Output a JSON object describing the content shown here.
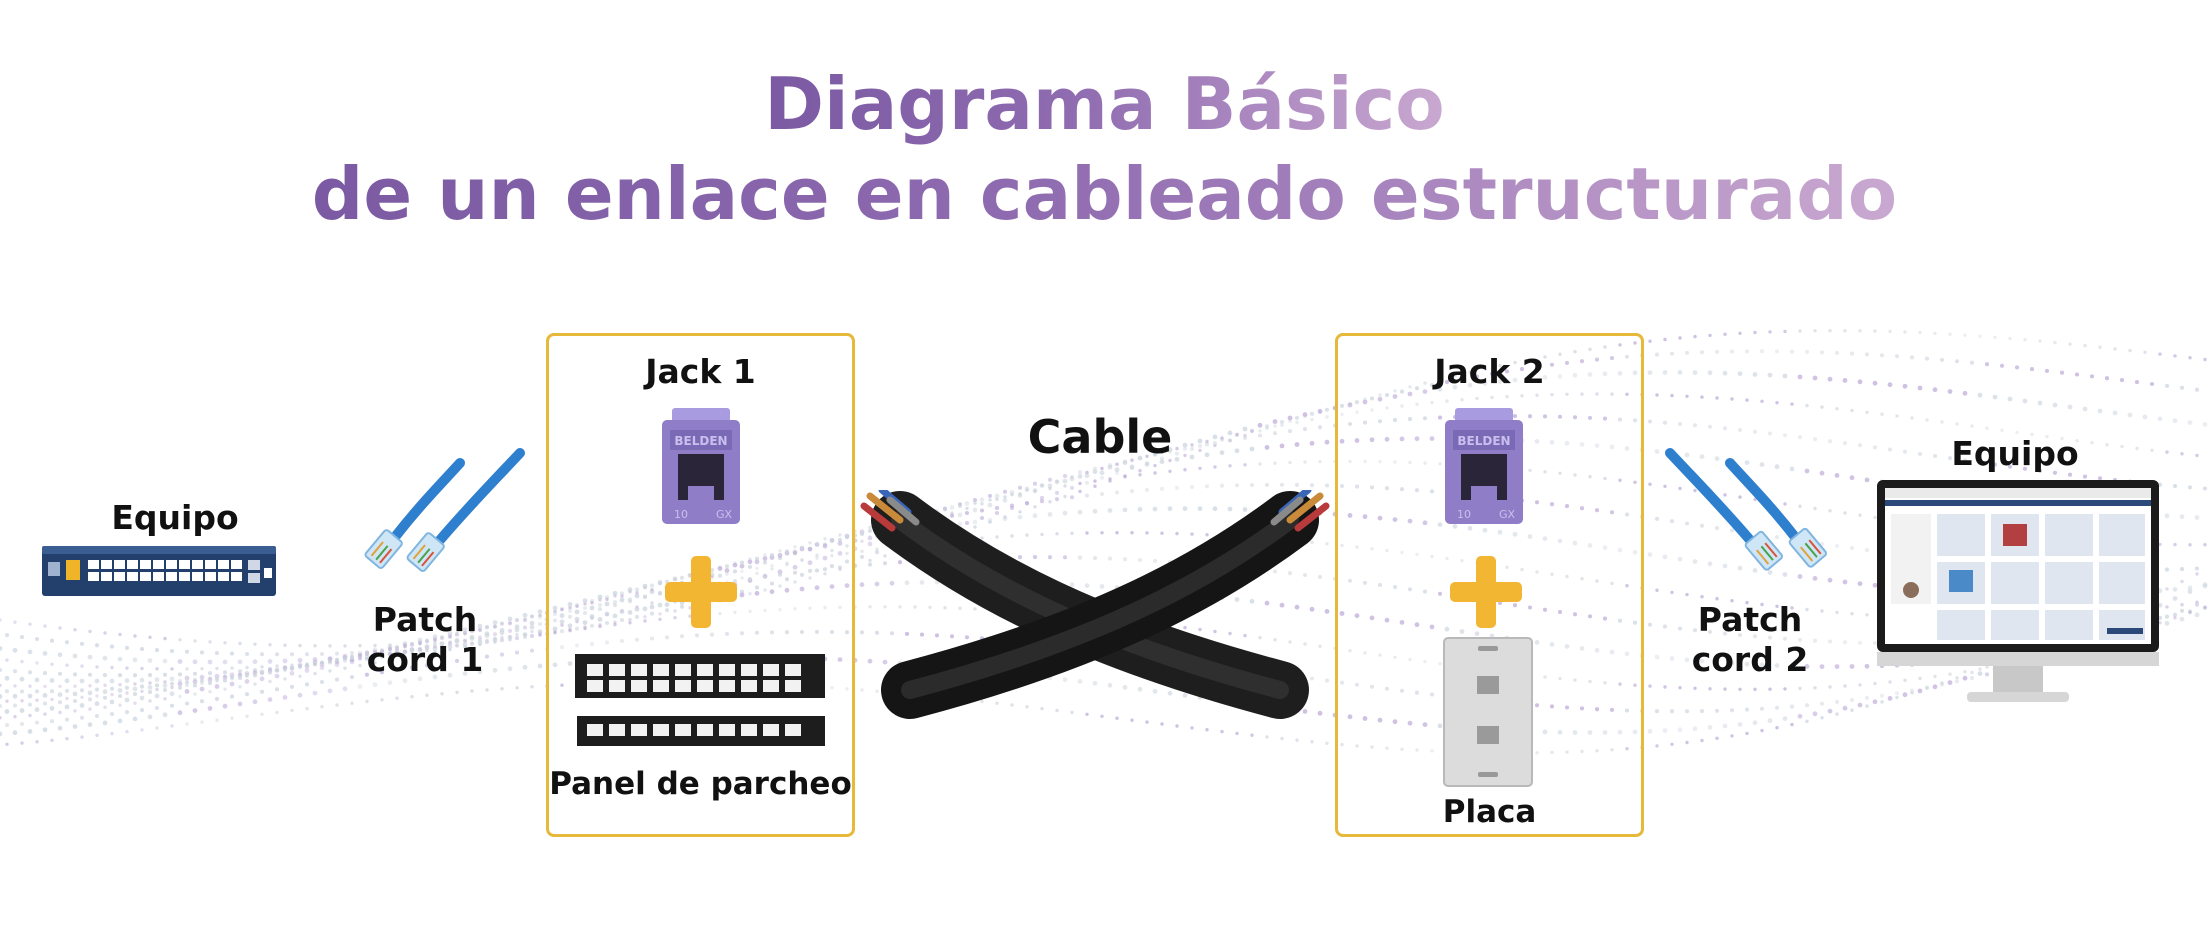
{
  "title": {
    "line1": "Diagrama Básico",
    "line2": "de un enlace en cableado estructurado"
  },
  "labels": {
    "equipo_left": "Equipo",
    "patch1_line1": "Patch",
    "patch1_line2": "cord 1",
    "jack1": "Jack 1",
    "panel": "Panel de parcheo",
    "cable": "Cable",
    "jack2": "Jack 2",
    "placa": "Placa",
    "patch2_line1": "Patch",
    "patch2_line2": "cord 2",
    "equipo_right": "Equipo"
  },
  "jack_markings": {
    "brand": "BELDEN",
    "left": "10",
    "right": "GX"
  },
  "colors": {
    "title_start": "#7b5aa3",
    "title_end": "#c9a8d0",
    "box_border": "#e6b93a",
    "plus": "#f2b632",
    "jack": "#8f7dc7",
    "patch_cable": "#2f7fcf",
    "switch": "#2b4a7a"
  },
  "icons": [
    "network-switch-icon",
    "patch-cord-icon",
    "keystone-jack-icon",
    "plus-icon",
    "patch-panel-icon",
    "cable-icon",
    "wall-plate-icon",
    "computer-monitor-icon"
  ]
}
